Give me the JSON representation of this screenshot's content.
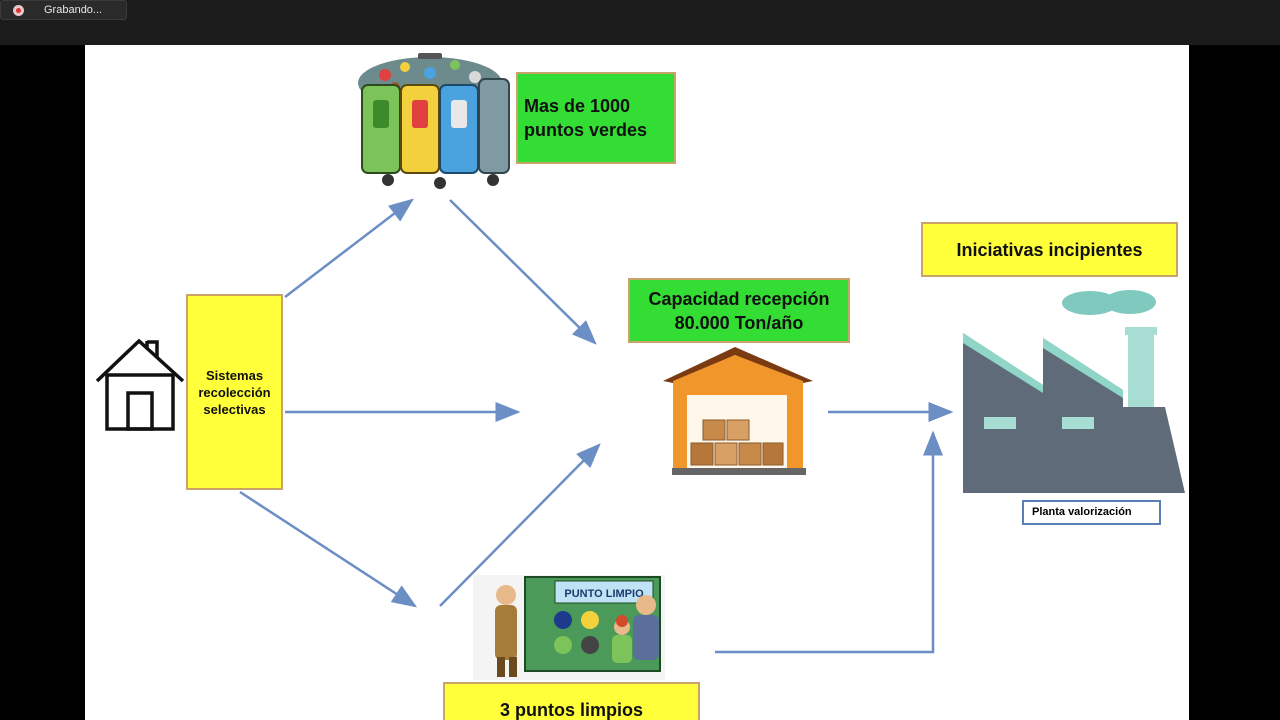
{
  "recording": {
    "label": "Grabando..."
  },
  "diagram": {
    "puntos_verdes": "Mas de 1000 puntos verdes",
    "sistemas": "Sistemas recolección selectivas",
    "capacidad_line1": "Capacidad recepción",
    "capacidad_line2": "80.000 Ton/año",
    "iniciativas": "Iniciativas incipientes",
    "planta": "Planta valorización",
    "puntos_limpios": "3 puntos limpios",
    "punto_limpio_sign": "PUNTO LIMPIO"
  },
  "colors": {
    "green_box": "#33dd33",
    "yellow_box": "#ffff3a",
    "arrow": "#6b8ec4",
    "factory": "#5f6b78",
    "warehouse": "#f0962a"
  }
}
